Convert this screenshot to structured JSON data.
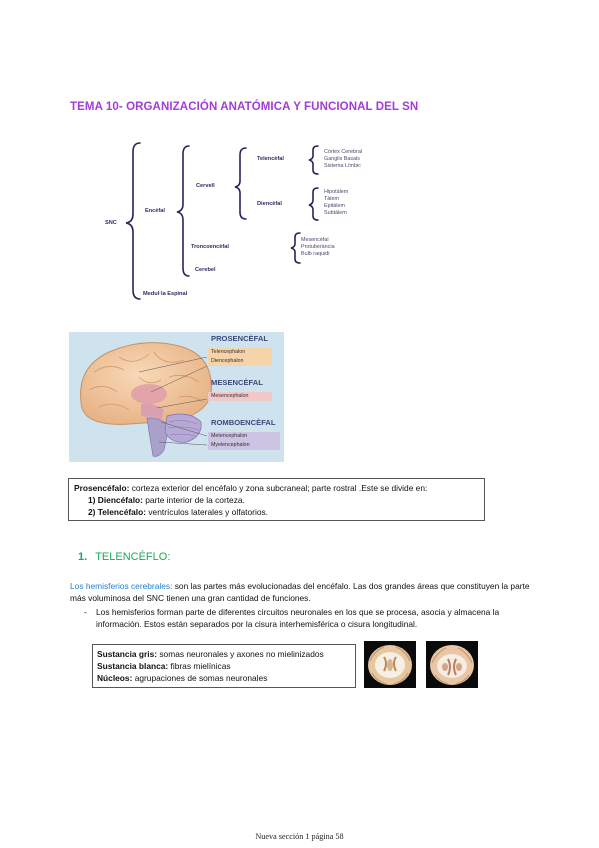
{
  "title": "TEMA 10- ORGANIZACIÓN ANATÓMICA Y FUNCIONAL DEL SN",
  "tree": {
    "root": "SNC",
    "encefal": "Encèfal",
    "cervell": "Cervell",
    "telencefal": "Telencèfal",
    "diencefal": "Diencèfal",
    "troncoencefal": "Troncoencèfal",
    "cerebel": "Cerebel",
    "medul": "Medul·la Espinal",
    "telencefal_leaves": [
      "Còrtex Cerebral",
      "Ganglis Basals",
      "Sistema Límbic"
    ],
    "diencefal_leaves": [
      "Hipotàlem",
      "Tàlem",
      "Epitàlem",
      "Subtàlem"
    ],
    "tronco_leaves": [
      "Mesencèfal",
      "Protuberància",
      "Bulb raquidi"
    ]
  },
  "figure": {
    "prosencefal": "PROSENCÈFAL",
    "telencephalon": "Telencephalon",
    "diencephalon": "Diencephalon",
    "mesencefal": "MESENCÈFAL",
    "mesencephalon": "Mesencephalon",
    "romboencefal": "ROMBOENCÈFAL",
    "metencephalon": "Metencephalon",
    "myelencephalon": "Myelencephalon",
    "colors": {
      "prosencefal": "#f6d3a8",
      "mesencefal": "#f1c7c9",
      "romboencefal": "#cdc3e2"
    }
  },
  "box1": {
    "term": "Prosencéfalo:",
    "text": " corteza exterior del encéfalo y zona subcraneal; parte rostral .Este se divide en:",
    "item1_num": "1)",
    "item1_term": "Diencéfalo:",
    "item1_text": " parte interior de la corteza.",
    "item2_num": "2)",
    "item2_term": "Telencéfalo:",
    "item2_text": " ventrículos laterales y olfatorios."
  },
  "section": {
    "number": "1.",
    "title": "TELENCÉFLO:"
  },
  "para": {
    "lead": "Los hemisferios cerebrales:",
    "text": " son las partes más evolucionadas del encéfalo. Las dos grandes áreas que constituyen la parte más voluminosa del SNC tienen una gran cantidad de funciones."
  },
  "bullet": {
    "dash": "-",
    "text": "Los hemisferios forman parte de diferentes  circuitos neuronales en los que se procesa, asocia y almacena la información. Estos están separados por la cisura interhemisférica o cisura longitudinal."
  },
  "box2": {
    "gris_term": "Sustancia gris:",
    "gris_text": " somas neuronales y axones no mielinizados",
    "blanca_term": "Sustancia blanca:",
    "blanca_text": " fibras mielínicas",
    "nucleos_term": "Núcleos:",
    "nucleos_text": " agrupaciones de somas neuronales"
  },
  "footer": "Nueva sección 1 página 58"
}
